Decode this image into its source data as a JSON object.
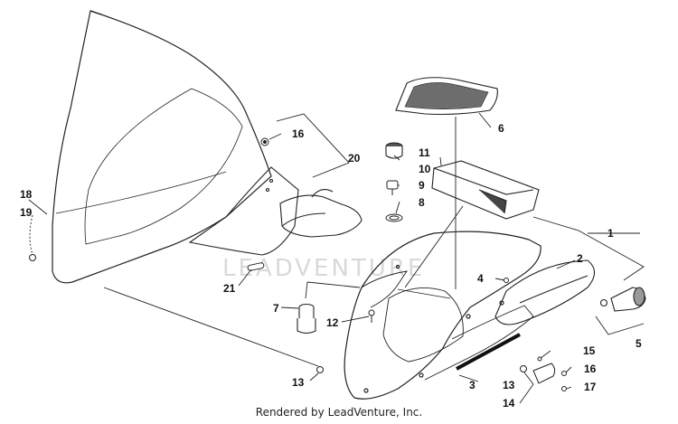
{
  "watermark": "LEADVENTURE",
  "footer": "Rendered by LeadVenture, Inc.",
  "callouts": {
    "c1": "1",
    "c2": "2",
    "c3": "3",
    "c4": "4",
    "c5": "5",
    "c6": "6",
    "c7": "7",
    "c8": "8",
    "c9": "9",
    "c10": "10",
    "c11": "11",
    "c12": "12",
    "c13a": "13",
    "c13b": "13",
    "c14": "14",
    "c15": "15",
    "c16a": "16",
    "c16b": "16",
    "c17": "17",
    "c18": "18",
    "c19": "19",
    "c20": "20",
    "c21": "21"
  }
}
